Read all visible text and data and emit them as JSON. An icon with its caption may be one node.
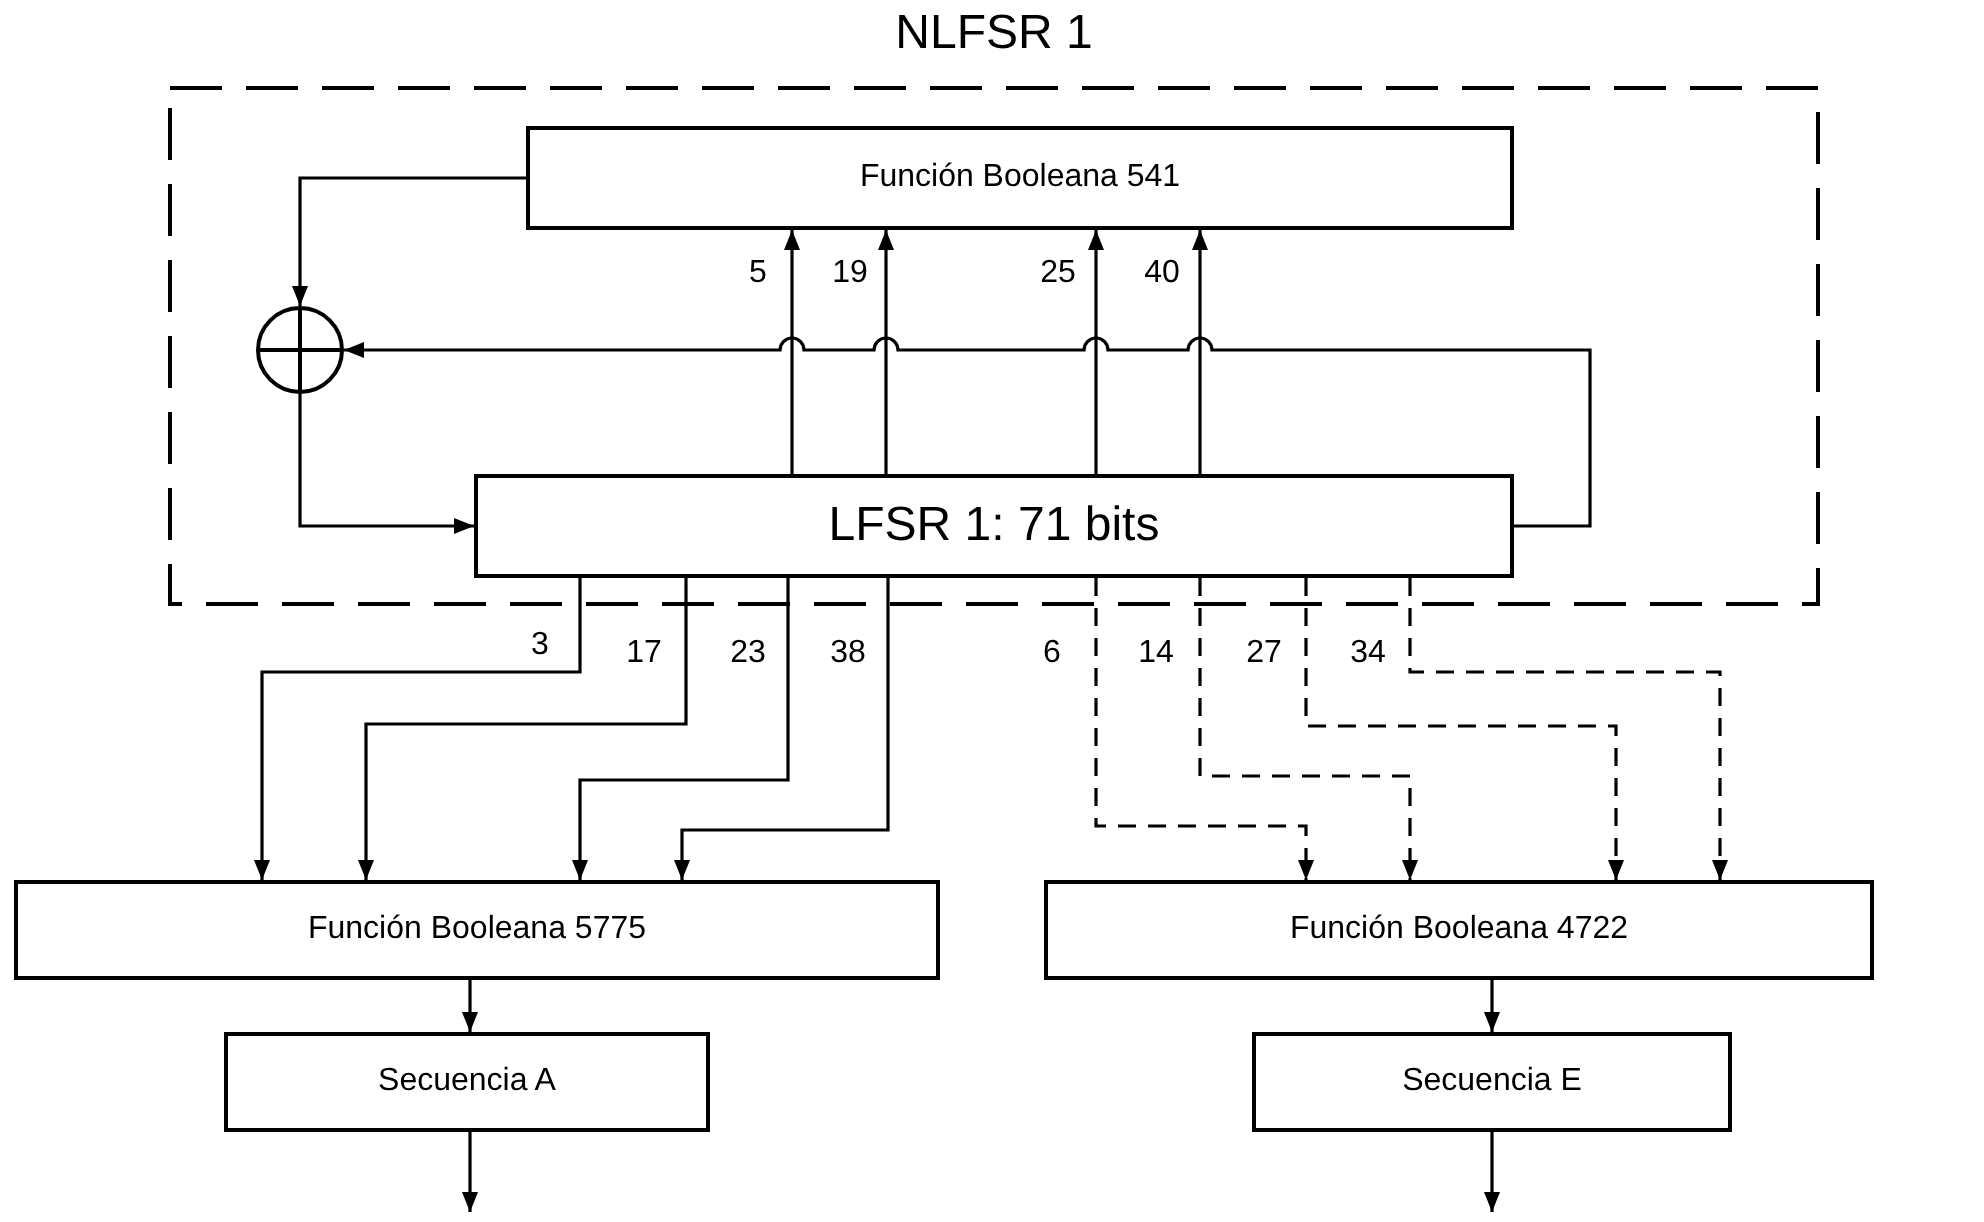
{
  "diagram": {
    "nodes": [
      {
        "text": [
          "NLFSR 1"
        ]
      },
      {
        "text": [
          "Función Booleana 541"
        ],
        "in": 0
      },
      {
        "text": [],
        "shape": "circle",
        "in": 0
      },
      {
        "text": [
          "LFSR 1: 71 bits"
        ],
        "in": 0
      },
      {
        "text": [
          "Función Booleana 5775"
        ]
      },
      {
        "text": [
          "Función Booleana 4722"
        ]
      },
      {
        "text": [
          "Secuencia A"
        ]
      },
      {
        "text": [
          "Secuencia E"
        ]
      }
    ],
    "edges": [
      {
        "from": 3,
        "to": 1,
        "arrow": "to",
        "label": "5"
      },
      {
        "from": 3,
        "to": 1,
        "arrow": "to",
        "label": "19"
      },
      {
        "from": 3,
        "to": 1,
        "arrow": "to",
        "label": "25"
      },
      {
        "from": 3,
        "to": 1,
        "arrow": "to",
        "label": "40"
      },
      {
        "from": 1,
        "to": 2,
        "arrow": "to"
      },
      {
        "from": 3,
        "to": 2,
        "arrow": "to"
      },
      {
        "from": 2,
        "to": 3,
        "arrow": "to"
      },
      {
        "from": 3,
        "to": 4,
        "arrow": "to",
        "label": "3"
      },
      {
        "from": 3,
        "to": 4,
        "arrow": "to",
        "label": "17"
      },
      {
        "from": 3,
        "to": 4,
        "arrow": "to",
        "label": "23"
      },
      {
        "from": 3,
        "to": 4,
        "arrow": "to",
        "label": "38"
      },
      {
        "from": 3,
        "to": 5,
        "arrow": "to",
        "label": "6",
        "style": "dashed"
      },
      {
        "from": 3,
        "to": 5,
        "arrow": "to",
        "label": "14",
        "style": "dashed"
      },
      {
        "from": 3,
        "to": 5,
        "arrow": "to",
        "label": "27",
        "style": "dashed"
      },
      {
        "from": 3,
        "to": 5,
        "arrow": "to",
        "label": "34",
        "style": "dashed"
      },
      {
        "from": 4,
        "to": 6,
        "arrow": "to"
      },
      {
        "from": 5,
        "to": 7,
        "arrow": "to"
      },
      {
        "from": 6,
        "to": null,
        "arrow": "to"
      },
      {
        "from": 7,
        "to": null,
        "arrow": "to"
      }
    ]
  }
}
